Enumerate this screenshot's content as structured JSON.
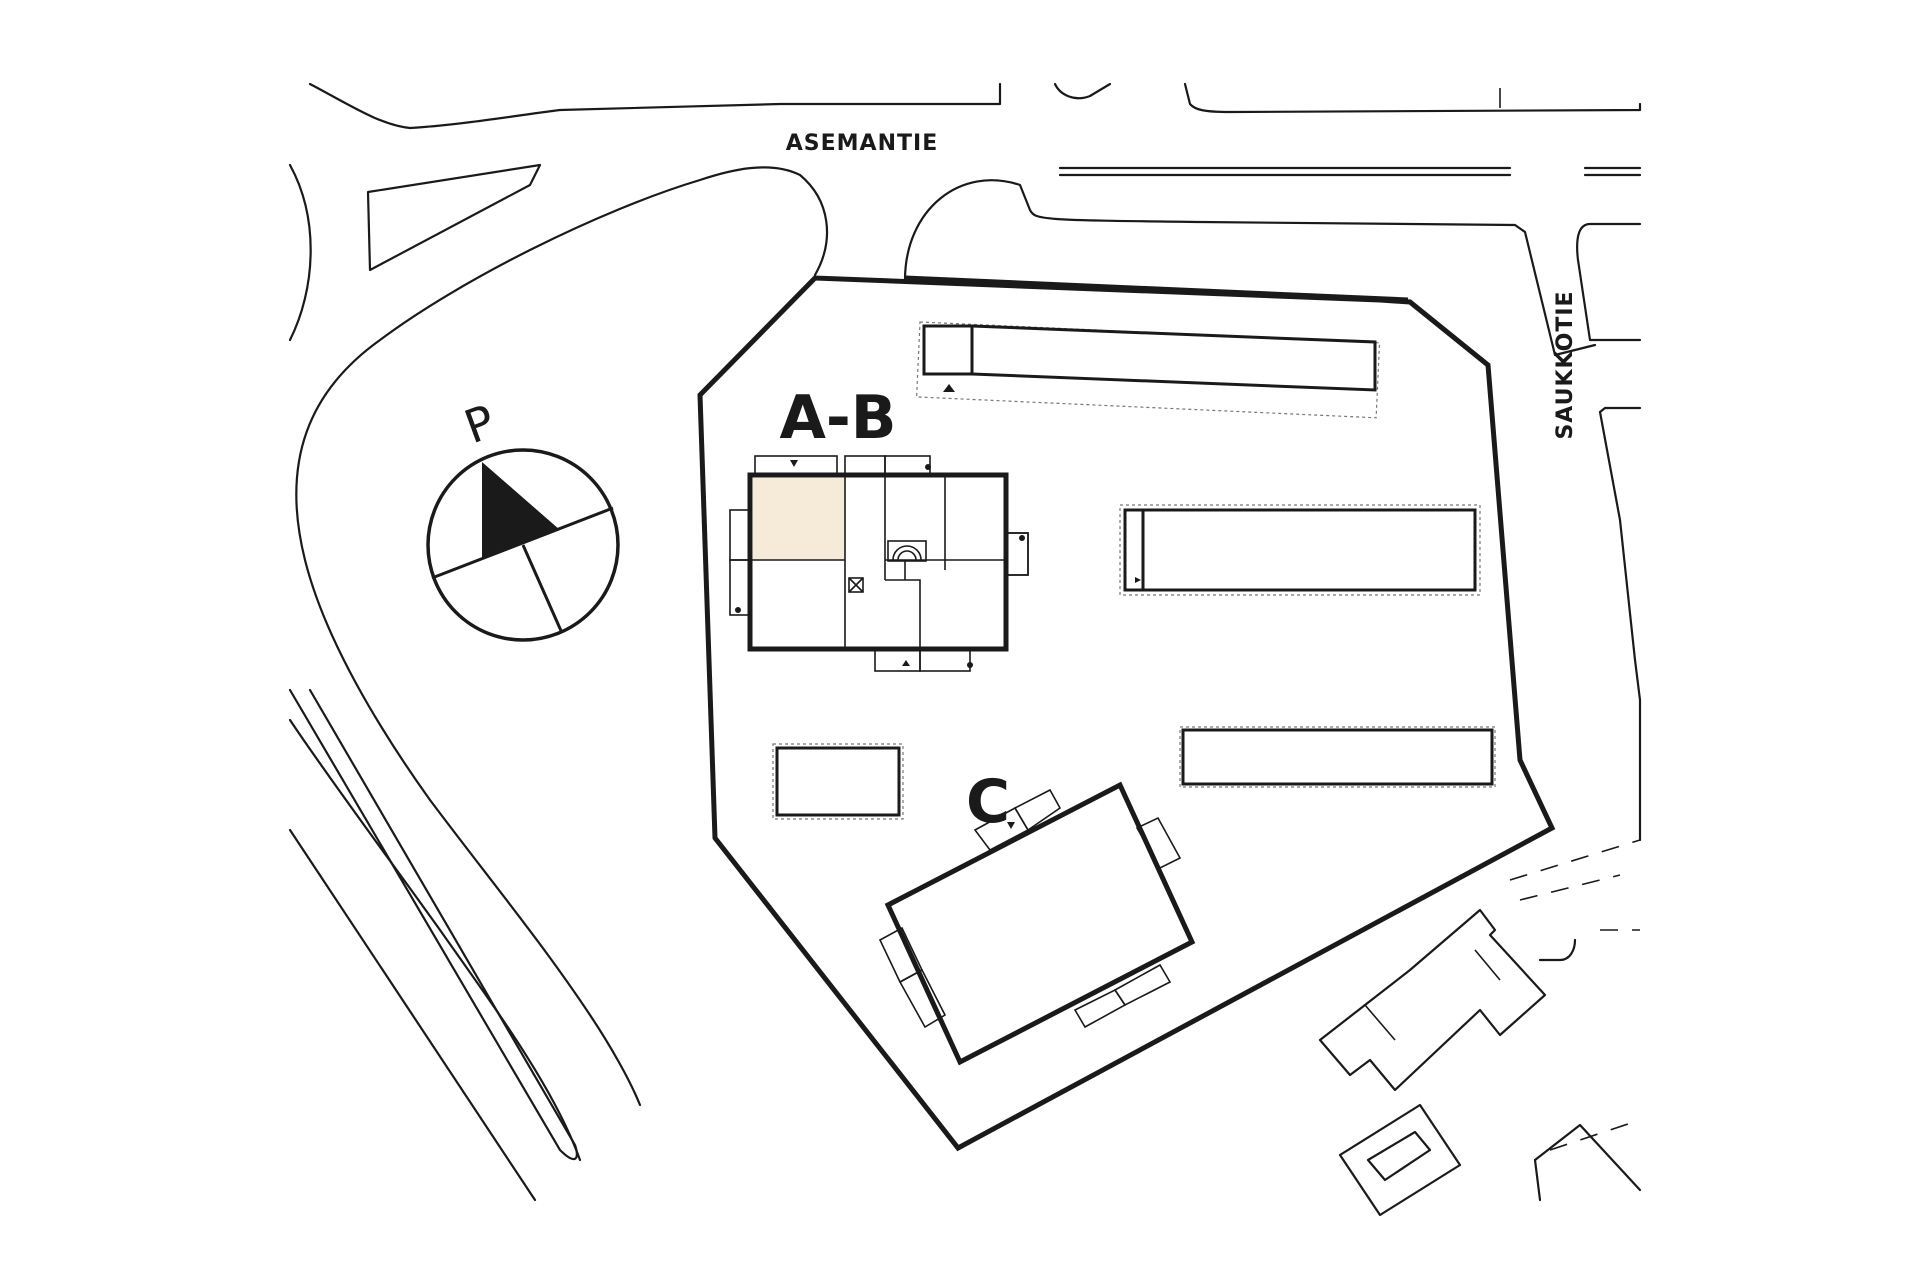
{
  "streets": {
    "asemantie": "ASEMANTIE",
    "saukkotie": "SAUKKOTIE"
  },
  "buildings": {
    "ab": "A-B",
    "c": "C"
  },
  "compass": {
    "label": "P",
    "icon": "north-arrow-icon"
  },
  "colors": {
    "highlight_unit": "#f6ebd8",
    "ink": "#1a1a1a"
  }
}
